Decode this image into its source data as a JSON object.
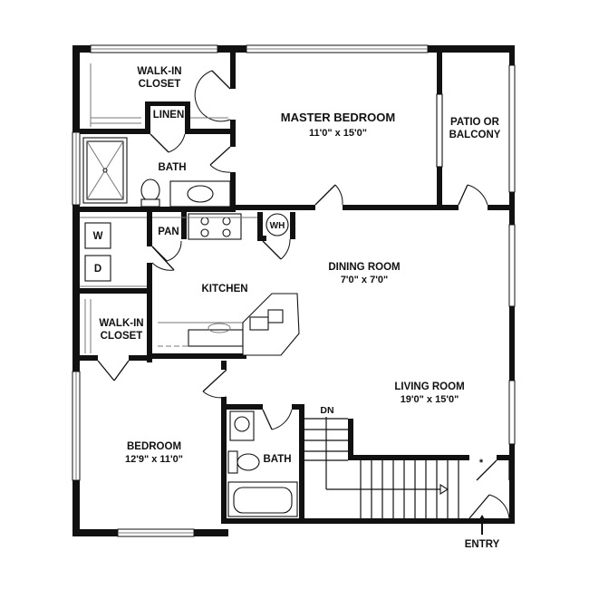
{
  "rooms": {
    "walk_in_closet_top": {
      "line1": "WALK-IN",
      "line2": "CLOSET"
    },
    "linen": "LINEN",
    "bath_top": "BATH",
    "master_bedroom": {
      "name": "MASTER BEDROOM",
      "dim": "11'0\"  x  15'0\""
    },
    "patio": {
      "line1": "PATIO OR",
      "line2": "BALCONY"
    },
    "pantry": "PAN",
    "water_heater": "WH",
    "washer": "W",
    "dryer": "D",
    "dining_room": {
      "name": "DINING ROOM",
      "dim": "7'0\" x 7'0\""
    },
    "kitchen": "KITCHEN",
    "walk_in_closet_mid": {
      "line1": "WALK-IN",
      "line2": "CLOSET"
    },
    "living_room": {
      "name": "LIVING ROOM",
      "dim": "19'0\" x 15'0\""
    },
    "bedroom": {
      "name": "BEDROOM",
      "dim": "12'9\" x 11'0\""
    },
    "bath_bottom": "BATH",
    "stairs_down": "DN",
    "closet_marker": "*",
    "entry": "ENTRY"
  }
}
